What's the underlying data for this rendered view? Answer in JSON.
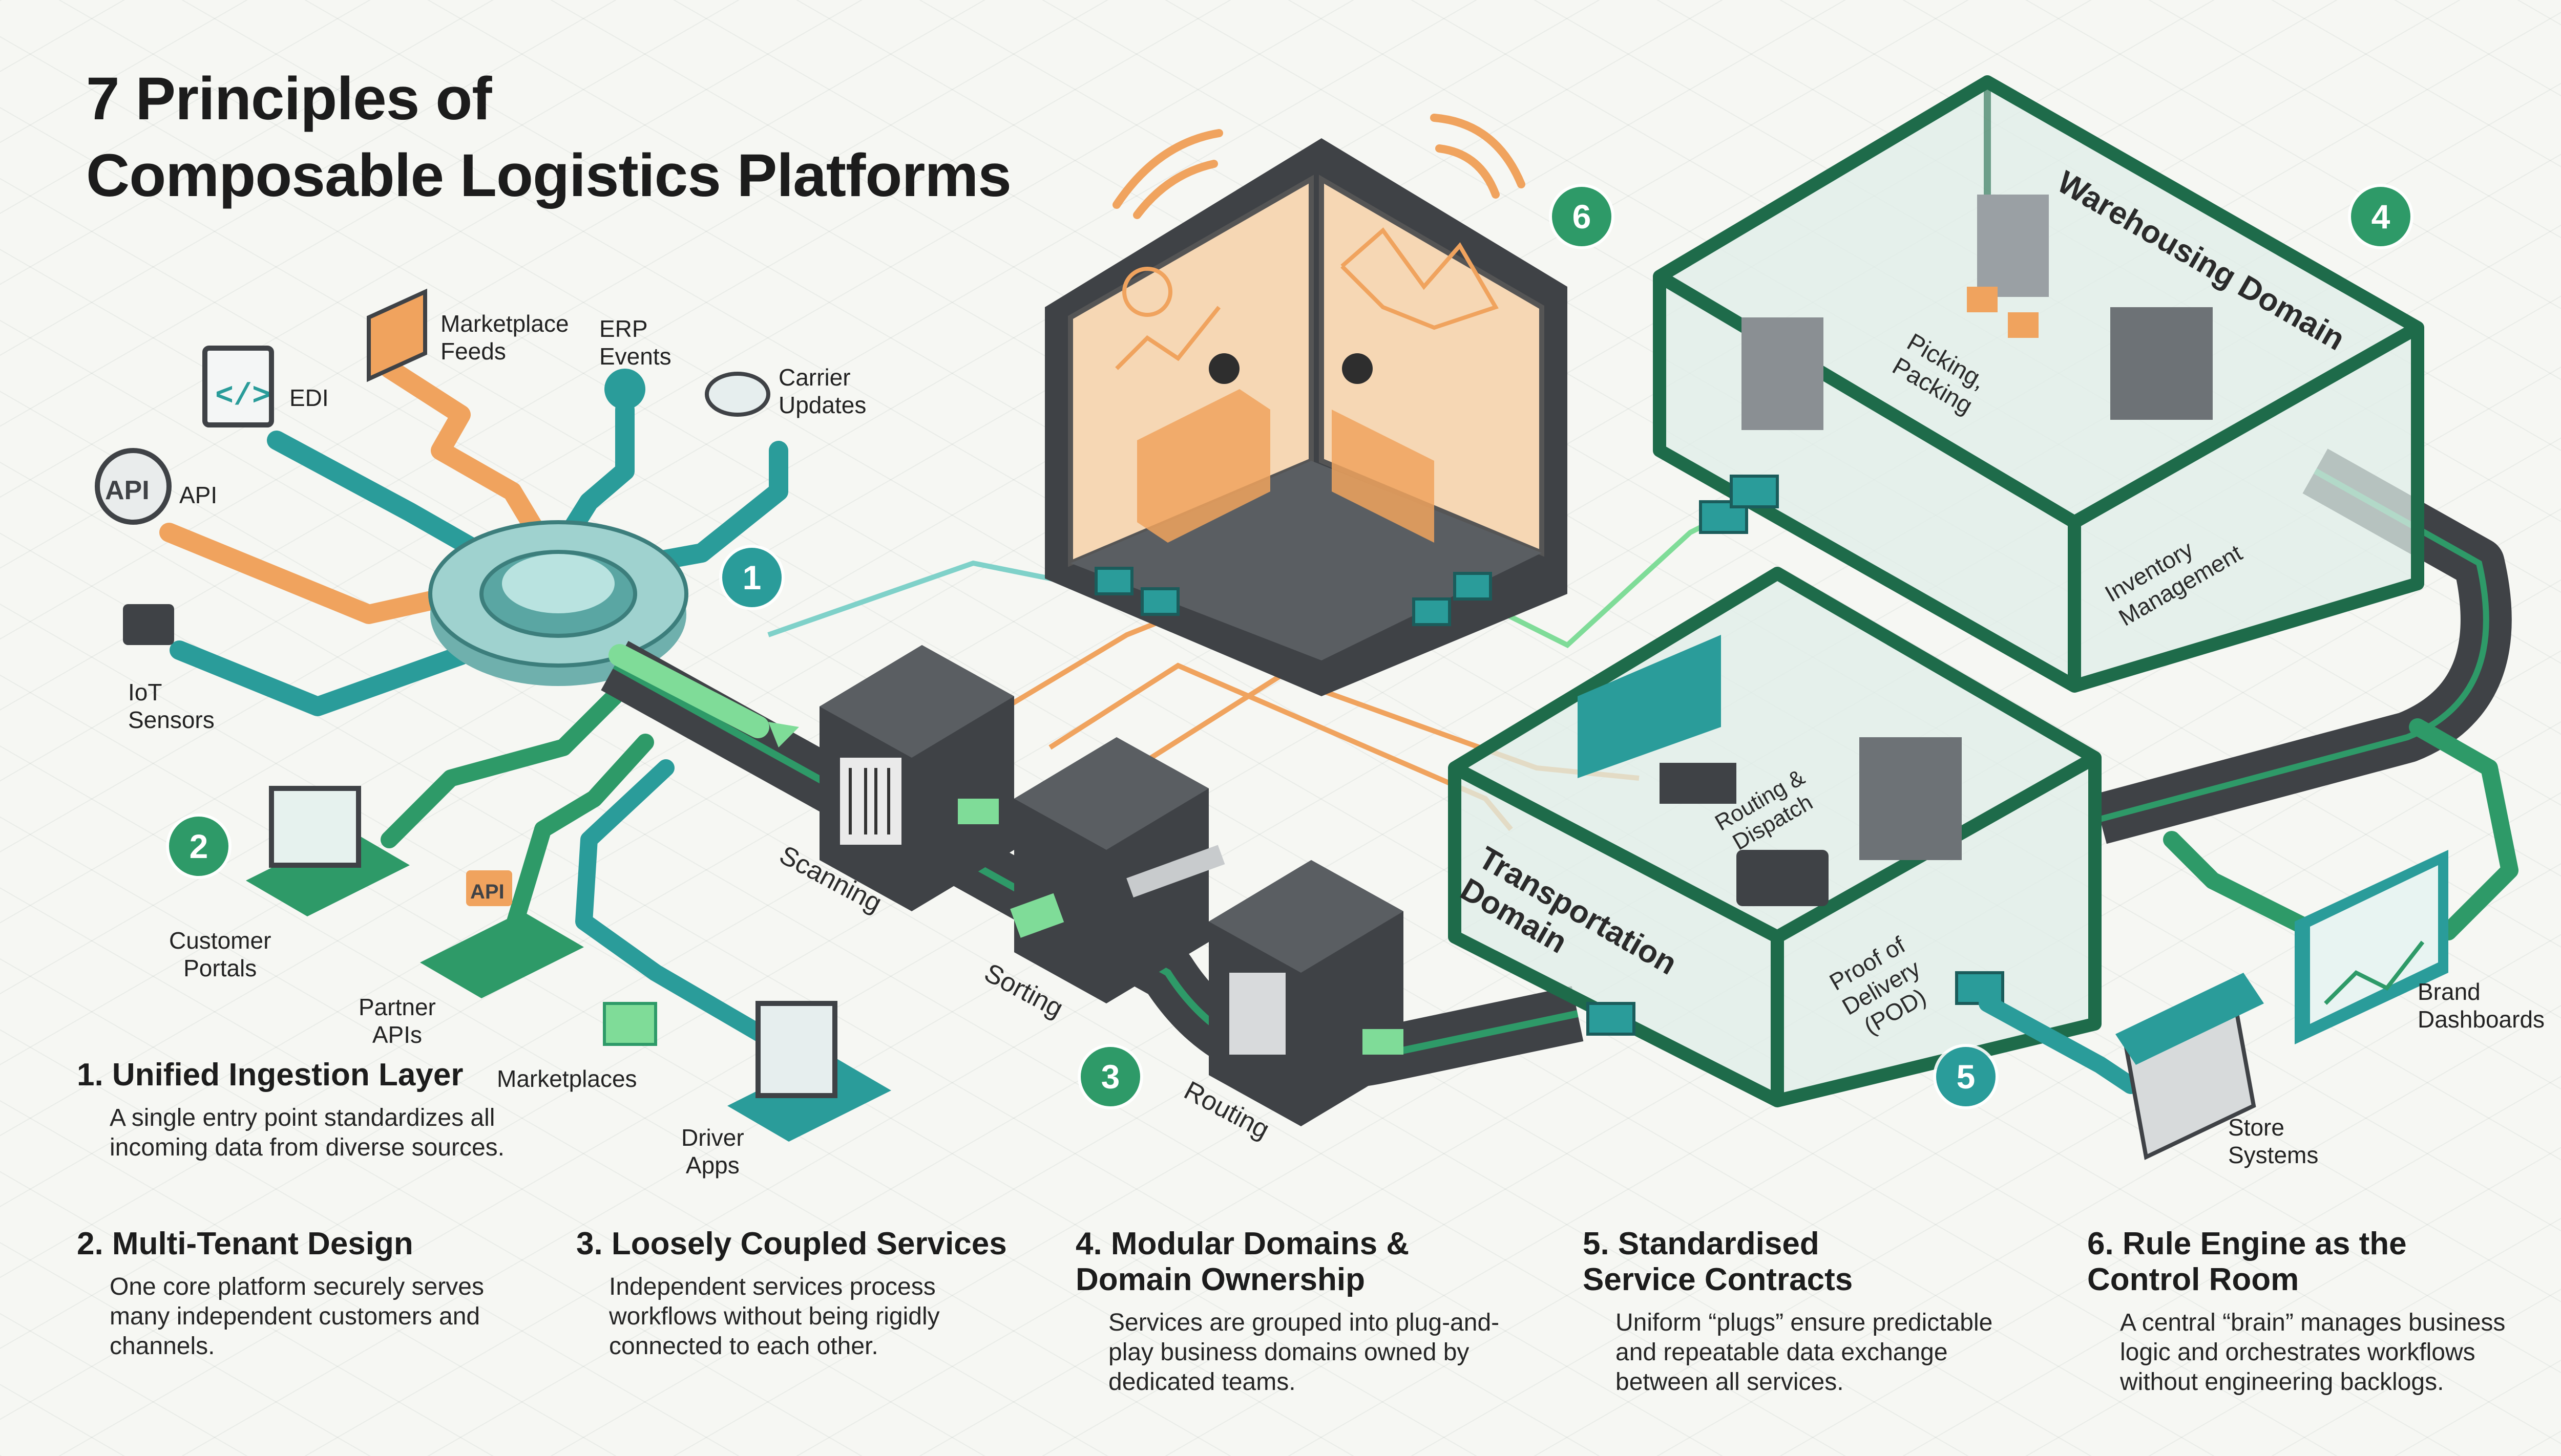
{
  "title": {
    "line1": "7 Principles of",
    "line2": "Composable Logistics Platforms"
  },
  "sources": {
    "marketplace_feeds": "Marketplace\nFeeds",
    "erp_events": "ERP\nEvents",
    "edi": "EDI",
    "carrier_updates": "Carrier\nUpdates",
    "api": "API",
    "iot_sensors": "IoT\nSensors",
    "api_icon_text": "API"
  },
  "channels": {
    "customer_portals": "Customer\nPortals",
    "partner_apis": "Partner\nAPIs",
    "marketplaces": "Marketplaces",
    "driver_apps": "Driver\nApps",
    "partner_api_icon_text": "API"
  },
  "stations": {
    "scanning": "Scanning",
    "sorting": "Sorting",
    "routing": "Routing"
  },
  "domains": {
    "warehousing": "Warehousing Domain",
    "picking_packing": "Picking,\nPacking",
    "inventory_management": "Inventory\nManagement",
    "transportation": "Transportation\nDomain",
    "routing_dispatch": "Routing &\nDispatch",
    "proof_of_delivery": "Proof of\nDelivery\n(POD)"
  },
  "outputs": {
    "brand_dashboards": "Brand\nDashboards",
    "store_systems": "Store\nSystems"
  },
  "badges": [
    "1",
    "2",
    "3",
    "4",
    "5",
    "6"
  ],
  "principles": [
    {
      "title": "1. Unified Ingestion Layer",
      "body": "A single entry point standardizes all incoming data from diverse sources."
    },
    {
      "title": "2. Multi-Tenant Design",
      "body": "One core platform securely serves many independent customers and channels."
    },
    {
      "title": "3. Loosely Coupled Services",
      "body": "Independent services process workflows without being rigidly connected to each other."
    },
    {
      "title": "4. Modular Domains & Domain Ownership",
      "body": "Services are grouped into plug-and-play business domains owned by dedicated teams."
    },
    {
      "title": "5. Standardised Service Contracts",
      "body": "Uniform “plugs” ensure predictable and repeatable data exchange between all services."
    },
    {
      "title": "6. Rule Engine as the Control Room",
      "body": "A central “brain” manages business logic and orchestrates workflows without engineering backlogs."
    }
  ],
  "colors": {
    "teal": "#2a9c9a",
    "green": "#2e9a68",
    "dark_green": "#1e6b4a",
    "orange": "#f0a35e",
    "charcoal": "#3f4246",
    "light_green": "#7fdc98"
  },
  "icons": [
    "code-icon",
    "api-gear-icon",
    "storefront-icon",
    "cloud-icon",
    "sensor-icon",
    "monitor-icon",
    "hand-pointer-icon",
    "package-icon",
    "barcode-icon",
    "wifi-signal-icon",
    "map-icon",
    "truck-icon",
    "phone-icon",
    "chart-icon"
  ]
}
